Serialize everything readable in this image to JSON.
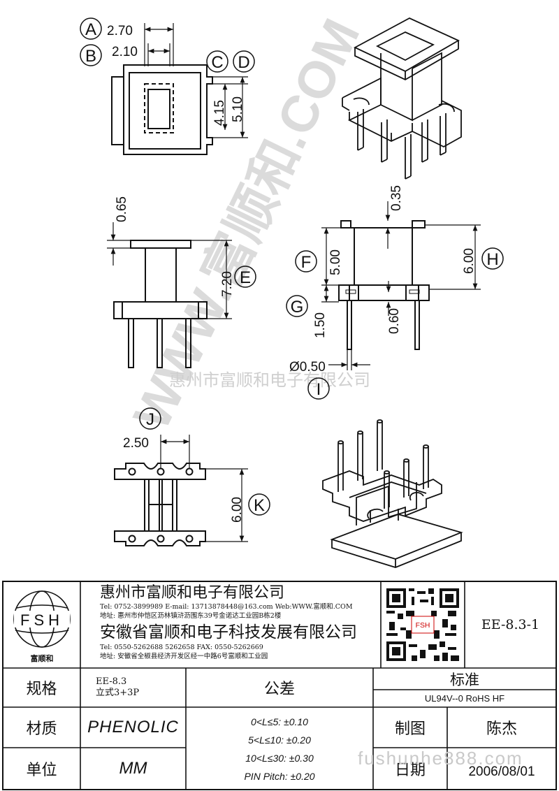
{
  "drawing": {
    "callouts": [
      "A",
      "B",
      "C",
      "D",
      "E",
      "F",
      "G",
      "H",
      "I",
      "J",
      "K"
    ],
    "dims": {
      "a": "2.70",
      "b": "2.10",
      "c": "4.15",
      "d": "5.10",
      "pin_top": "0.65",
      "e": "7.20",
      "top_gap": "0.35",
      "f": "5.00",
      "h": "6.00",
      "g": "1.50",
      "pin_w": "0.60",
      "dia": "Ø0.50",
      "j": "2.50",
      "k": "6.00"
    },
    "watermark": {
      "diagonal": "WWW.富顺和.COM",
      "company": "惠州市富顺和电子有限公司",
      "site": "fushunhe888.com"
    }
  },
  "title_block": {
    "logo_text": "FSH",
    "logo_caption": "富顺和",
    "company1": {
      "name": "惠州市富顺和电子有限公司",
      "contact": "Tel: 0752-3899989  E-mail: 13713878448@163.com  Web:WWW.富顺和.COM",
      "address": "地址: 惠州市仲恺区沥林镇浒沥围东39号金诺达工业园B栋2楼"
    },
    "company2": {
      "name": "安徽省富顺和电子科技发展有限公司",
      "contact": "Tel: 0550-5262688  5262658    FAX: 0550-5262669",
      "address": "地址: 安徽省全椒县经济开发区经一中路6号富顺和工业园"
    },
    "qr_tag": "FSH",
    "part_number": "EE-8.3-1",
    "spec": {
      "label": "规格",
      "value_line1": "EE-8.3",
      "value_line2": "立式3+3P"
    },
    "material": {
      "label": "材质",
      "value": "PHENOLIC"
    },
    "unit": {
      "label": "单位",
      "value": "MM"
    },
    "tolerance": {
      "label": "公差",
      "lines": [
        "0<L≤5: ±0.10",
        "5<L≤10: ±0.20",
        "10<L≤30: ±0.30",
        "PIN Pitch: ±0.20"
      ]
    },
    "standard": {
      "label": "标准",
      "value": "UL94V--0  RoHS HF"
    },
    "drawn_by": {
      "label": "制图",
      "value": "陈杰"
    },
    "date": {
      "label": "日期",
      "value": "2006/08/01"
    }
  }
}
